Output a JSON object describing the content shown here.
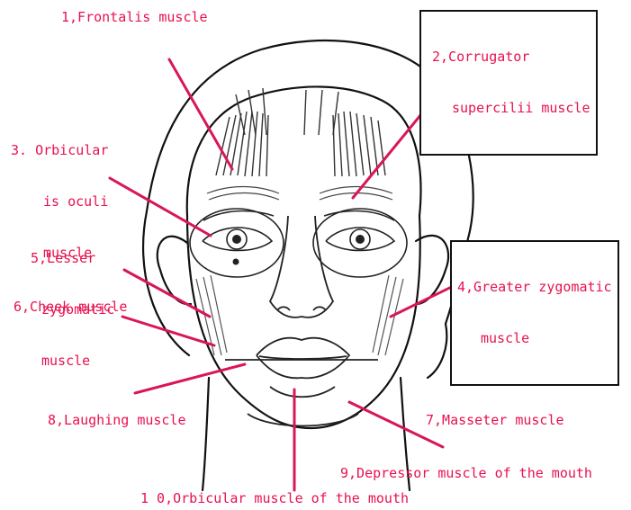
{
  "labels": {
    "l1": "1,Frontalis muscle",
    "l2a": "2,Corrugator",
    "l2b": "supercilii muscle",
    "l3a": "3. Orbicular",
    "l3b": "is oculi",
    "l3c": "muscle",
    "l4a": "4,Greater zygomatic",
    "l4b": "muscle",
    "l5a": "5,Lesser",
    "l5b": "zygomatic",
    "l5c": "muscle",
    "l6": "6,Cheek muscle",
    "l7": "7,Masseter muscle",
    "l8": "8,Laughing muscle",
    "l9": "9,Depressor muscle of the mouth",
    "l10": "1 0,Orbicular muscle of the mouth"
  },
  "colors": {
    "label": "#e8114f",
    "leader": "#d9165c",
    "outline": "#111111"
  }
}
